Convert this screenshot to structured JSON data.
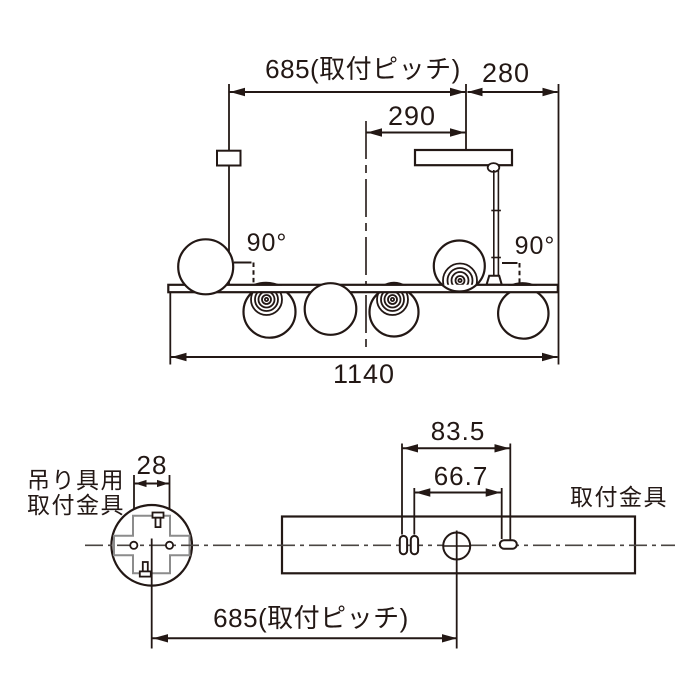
{
  "drawing": {
    "type": "installation-dimension-diagram",
    "colors": {
      "line": "#231815",
      "bracket_gray": "#8c8c8c",
      "background": "#ffffff"
    },
    "top_view": {
      "dim_mount_pitch": "685(取付ピッチ)",
      "dim_right_overhang": "280",
      "dim_canopy_offset": "290",
      "angle_left": "90°",
      "angle_right": "90°",
      "dim_overall_width": "1140"
    },
    "bottom_view": {
      "hanger_bracket_label_line1": "吊り具用",
      "hanger_bracket_label_line2": "取付金具",
      "dim_hanger_hole_pitch": "28",
      "dim_keyhole_outer": "83.5",
      "dim_keyhole_inner": "66.7",
      "mount_bracket_label": "取付金具",
      "dim_mount_pitch": "685(取付ピッチ)"
    }
  }
}
